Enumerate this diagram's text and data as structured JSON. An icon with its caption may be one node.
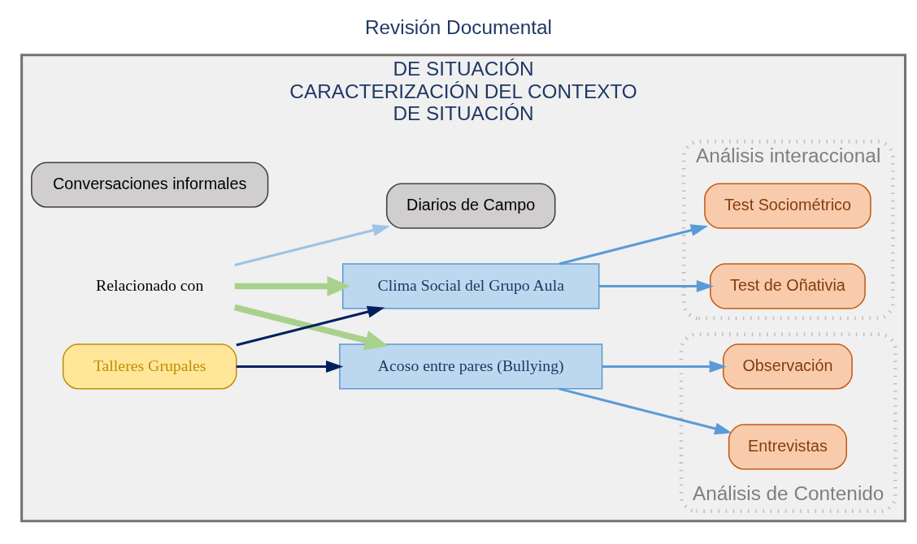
{
  "diagram": {
    "title": "Revisión Documental",
    "nodes": [
      {
        "text": [
          "DE SITUACIÓN",
          "CARACTERIZACIÓN DEL CONTEXTO",
          "DE SITUACIÓN"
        ]
      },
      {
        "text": [
          "Análisis de Contenido"
        ],
        "in": 0
      },
      {
        "text": [
          "Observación"
        ],
        "in": 1
      },
      {
        "text": [
          "Entrevistas"
        ],
        "in": 1
      },
      {
        "text": [
          "Acoso entre pares (Bullying)"
        ],
        "in": 0
      },
      {
        "text": [
          "Conversaciones informales"
        ],
        "in": 0
      },
      {
        "text": [
          "Diarios de Campo"
        ],
        "in": 0
      },
      {
        "text": [
          "Relacionado con"
        ],
        "in": 0
      },
      {
        "text": [
          "Clima Social del Grupo Aula"
        ],
        "in": 0
      },
      {
        "text": [
          "Análisis interaccional"
        ],
        "in": 0
      },
      {
        "text": [
          "Test Sociométrico"
        ],
        "in": 9
      },
      {
        "text": [
          "Test de Oñativia"
        ],
        "in": 9
      },
      {
        "text": [
          "Talleres Grupales"
        ],
        "in": 0
      }
    ],
    "edges": [
      {
        "from": 4,
        "to": 2,
        "arrow": "to"
      },
      {
        "from": 4,
        "to": 3,
        "arrow": "to"
      },
      {
        "from": 12,
        "to": 4,
        "arrow": "to",
        "color": "#002060"
      },
      {
        "from": 12,
        "to": 8,
        "arrow": "to",
        "color": "#002060"
      },
      {
        "from": 7,
        "to": 4,
        "arrow": "to",
        "style": "thick",
        "color": "#a9d18e"
      },
      {
        "from": 7,
        "to": 8,
        "arrow": "to",
        "style": "thick",
        "color": "#a9d18e"
      },
      {
        "from": 7,
        "to": 6,
        "arrow": "to",
        "color": "#9dc3e6"
      },
      {
        "from": 8,
        "to": 10,
        "arrow": "to"
      },
      {
        "from": 8,
        "to": 11,
        "arrow": "to"
      }
    ]
  }
}
